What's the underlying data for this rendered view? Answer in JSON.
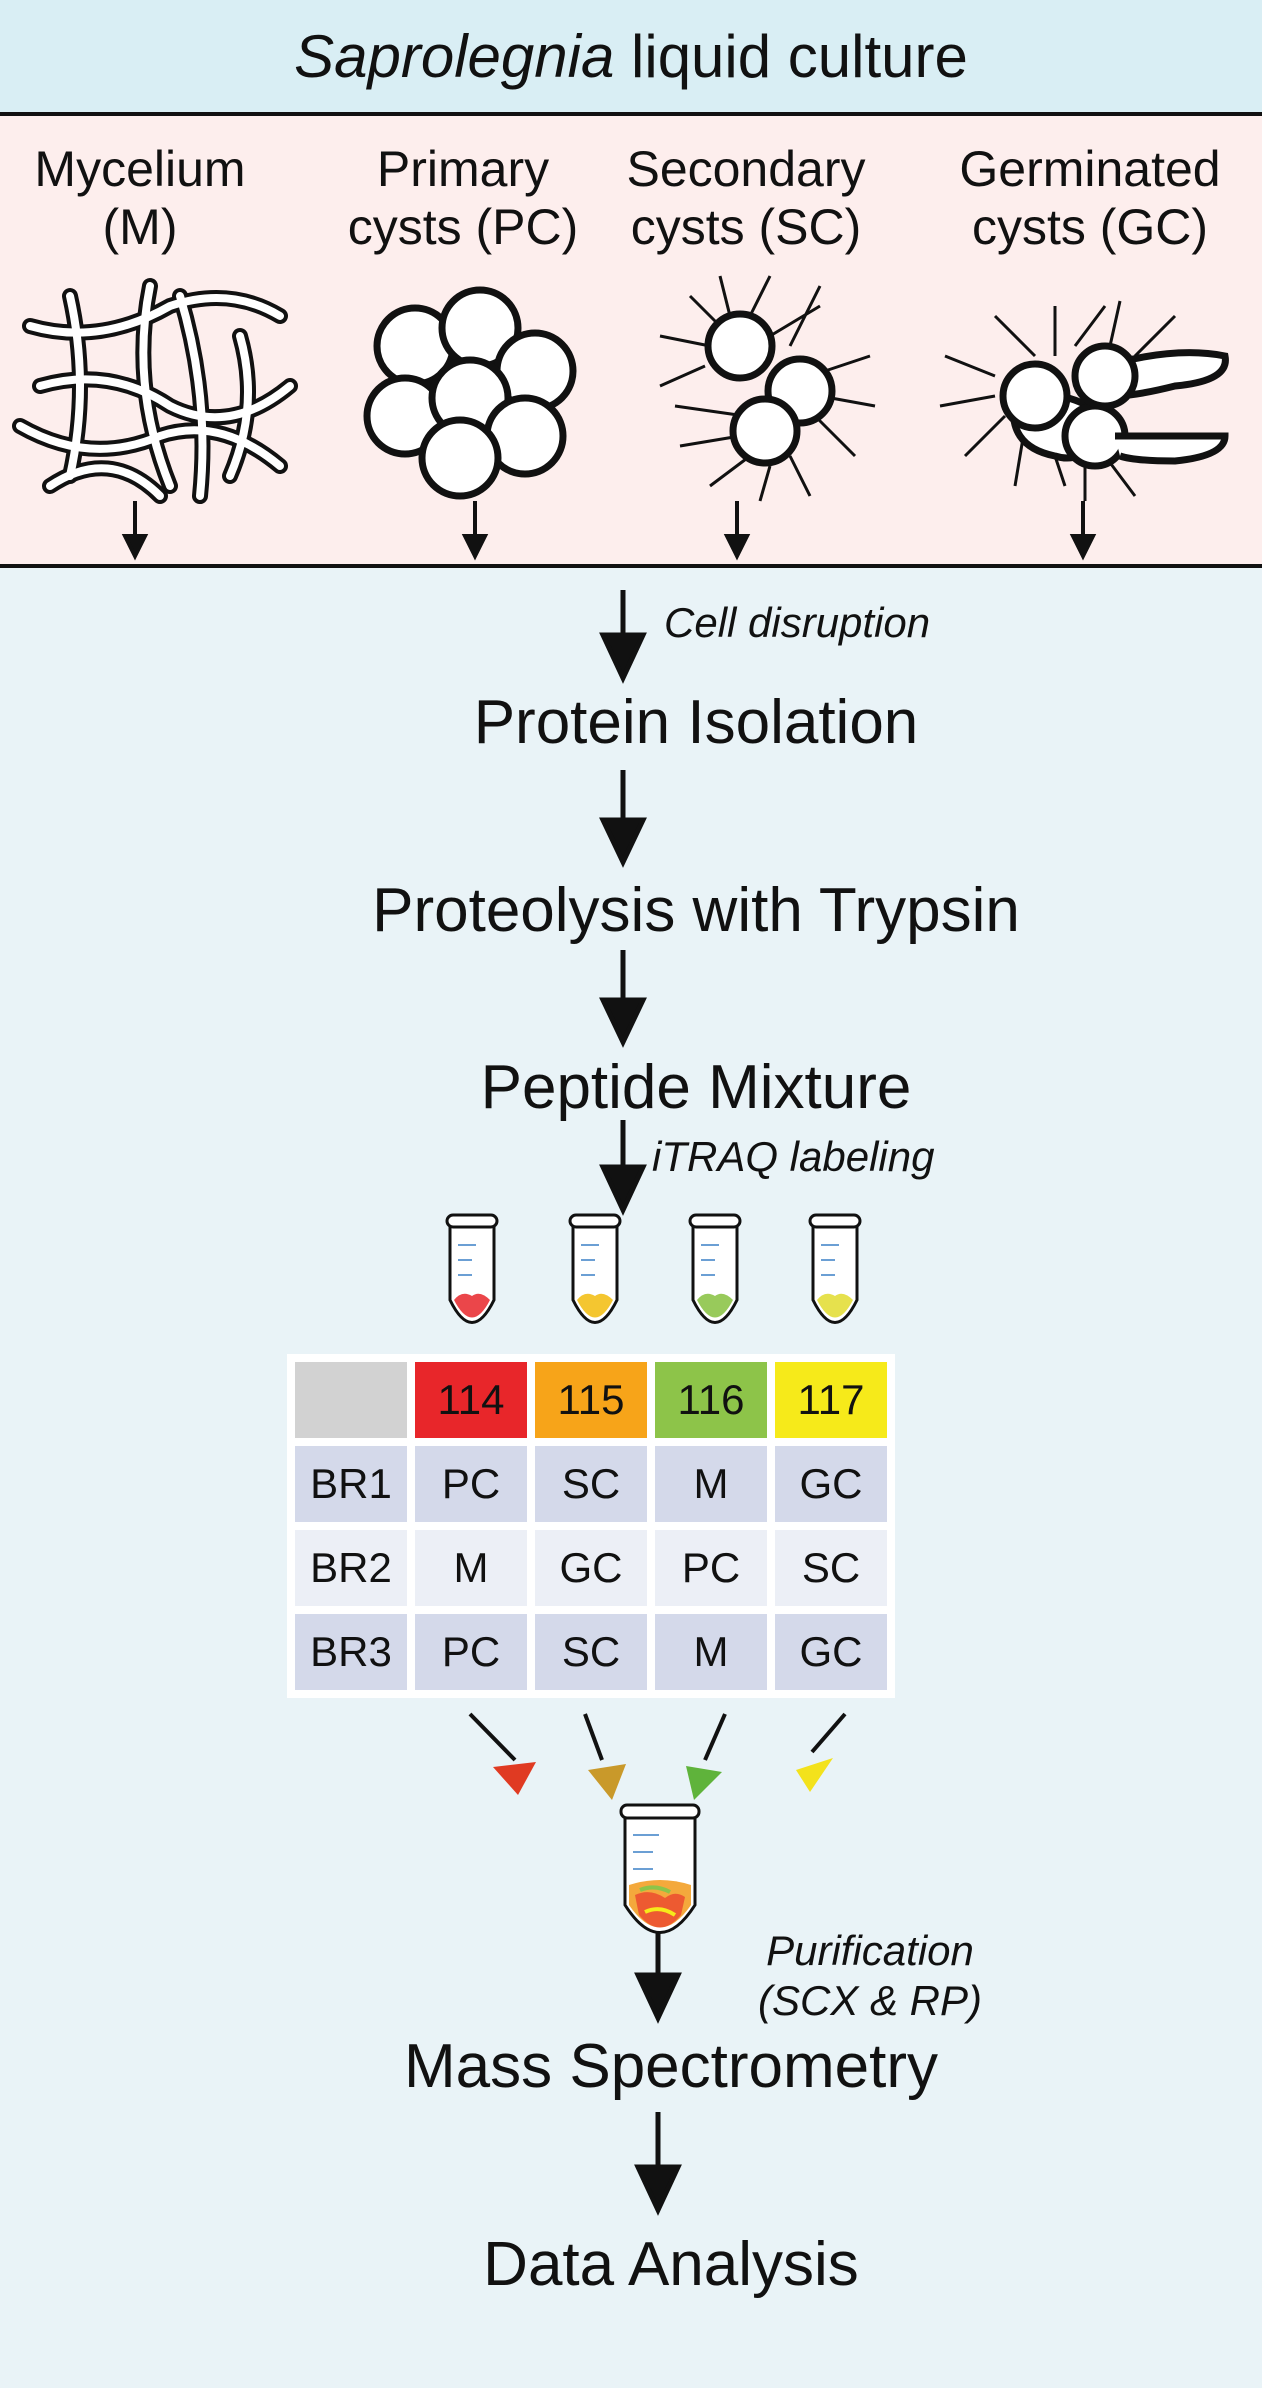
{
  "header": {
    "title_italic": "Saprolegnia",
    "title_rest": " liquid culture"
  },
  "stages": [
    {
      "line1": "Mycelium",
      "line2": "(M)",
      "icon": "mycelium-icon"
    },
    {
      "line1": "Primary",
      "line2": "cysts (PC)",
      "icon": "primary-cysts-icon"
    },
    {
      "line1": "Secondary",
      "line2": "cysts (SC)",
      "icon": "secondary-cysts-icon"
    },
    {
      "line1": "Germinated",
      "line2": "cysts (GC)",
      "icon": "germinated-cysts-icon"
    }
  ],
  "steps": {
    "cell_disruption": "Cell disruption",
    "protein_isolation": "Protein Isolation",
    "proteolysis": "Proteolysis with Trypsin",
    "peptide_mixture": "Peptide Mixture",
    "itraq_labeling": "iTRAQ labeling",
    "purification_line1": "Purification",
    "purification_line2": "(SCX & RP)",
    "mass_spec": "Mass Spectrometry",
    "data_analysis": "Data Analysis"
  },
  "itraq_table": {
    "tags": [
      {
        "label": "114",
        "color": "#e8262a"
      },
      {
        "label": "115",
        "color": "#f7a419"
      },
      {
        "label": "116",
        "color": "#8dc449"
      },
      {
        "label": "117",
        "color": "#f6ea1a"
      }
    ],
    "rows": [
      {
        "replicate": "BR1",
        "cells": [
          "PC",
          "SC",
          "M",
          "GC"
        ]
      },
      {
        "replicate": "BR2",
        "cells": [
          "M",
          "GC",
          "PC",
          "SC"
        ]
      },
      {
        "replicate": "BR3",
        "cells": [
          "PC",
          "SC",
          "M",
          "GC"
        ]
      }
    ]
  },
  "colors": {
    "header_bg": "#d9eef4",
    "stage_bg": "#fdeeed",
    "process_bg": "#e9f3f7",
    "merge_arrow_colors": [
      "#e03a22",
      "#c9992a",
      "#5fb33b",
      "#f3e21c"
    ]
  }
}
